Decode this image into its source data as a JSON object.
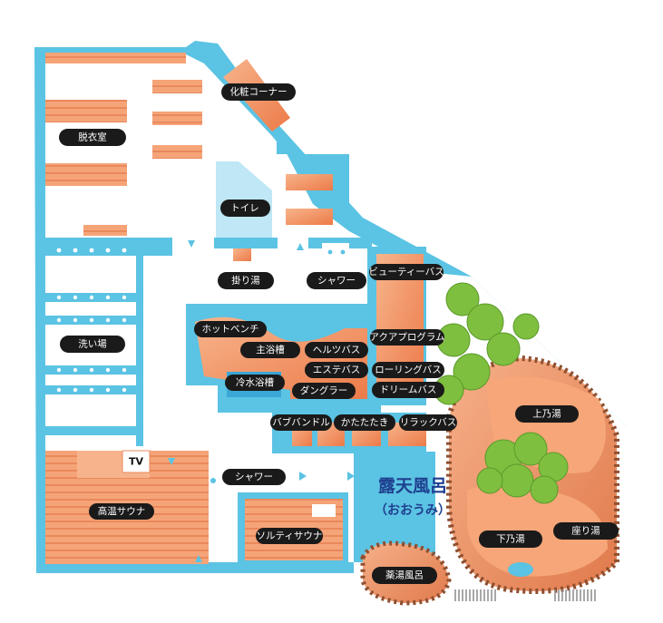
{
  "rooms": {
    "dressing_room": "脱衣室",
    "makeup_corner": "化粧コーナー",
    "toilet": "トイレ",
    "pour_bath": "掛り湯",
    "shower_upper": "シャワー",
    "washing_area": "洗い場",
    "beauty_bath": "ビューティーバス",
    "hot_bench": "ホットベンチ",
    "main_bath": "主浴槽",
    "health_bath": "ヘルツバス",
    "aqua_program": "アクアプログラム",
    "cold_bath": "冷水浴槽",
    "esthe_bath": "エステバス",
    "rolling_bath": "ローリングバス",
    "dangler": "ダングラー",
    "dream_bath": "ドリームバス",
    "bubble_ndoru": "バブバンドル",
    "katatataki": "かたたたき",
    "relax_bath": "リラックバス",
    "tv": "TV",
    "high_temp_sauna": "高温サウナ",
    "shower_lower": "シャワー",
    "salty_sauna": "ソルティサウナ",
    "upper_bath": "上乃湯",
    "lower_bath": "下乃湯",
    "seated_bath": "座り湯",
    "herbal_bath": "薬湯風呂"
  },
  "outdoor": {
    "title": "露天風呂",
    "subtitle": "（おおうみ）"
  },
  "colors": {
    "water": "#5bc3e3",
    "orange": "#f08a5d",
    "light_orange": "#f7b48c",
    "rock": "#b86e4a",
    "green": "#7fbf3f",
    "label": "#1a1a1a",
    "title": "#1e3f8f"
  }
}
